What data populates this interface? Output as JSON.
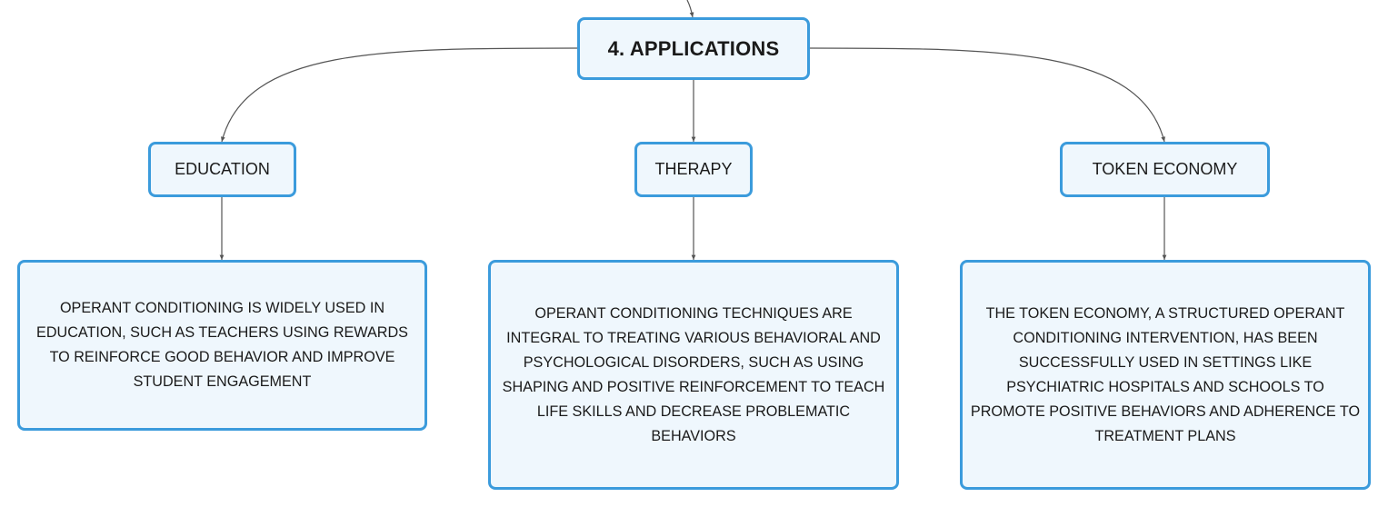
{
  "root": {
    "label": "4. APPLICATIONS"
  },
  "branches": [
    {
      "label": "EDUCATION",
      "detail": "OPERANT CONDITIONING IS WIDELY USED IN EDUCATION, SUCH AS TEACHERS USING REWARDS TO REINFORCE GOOD BEHAVIOR AND IMPROVE STUDENT ENGAGEMENT"
    },
    {
      "label": "THERAPY",
      "detail": "OPERANT CONDITIONING TECHNIQUES ARE INTEGRAL TO TREATING VARIOUS BEHAVIORAL AND PSYCHOLOGICAL DISORDERS, SUCH AS USING SHAPING AND POSITIVE REINFORCEMENT TO TEACH LIFE SKILLS AND DECREASE PROBLEMATIC BEHAVIORS"
    },
    {
      "label": "TOKEN ECONOMY",
      "detail": "THE TOKEN ECONOMY, A STRUCTURED OPERANT CONDITIONING INTERVENTION, HAS BEEN SUCCESSFULLY USED IN SETTINGS LIKE PSYCHIATRIC HOSPITALS AND SCHOOLS TO PROMOTE POSITIVE BEHAVIORS AND ADHERENCE TO TREATMENT PLANS"
    }
  ],
  "colors": {
    "node_border": "#3b9bdc",
    "node_fill": "#eff7fd",
    "connector": "#555555"
  }
}
